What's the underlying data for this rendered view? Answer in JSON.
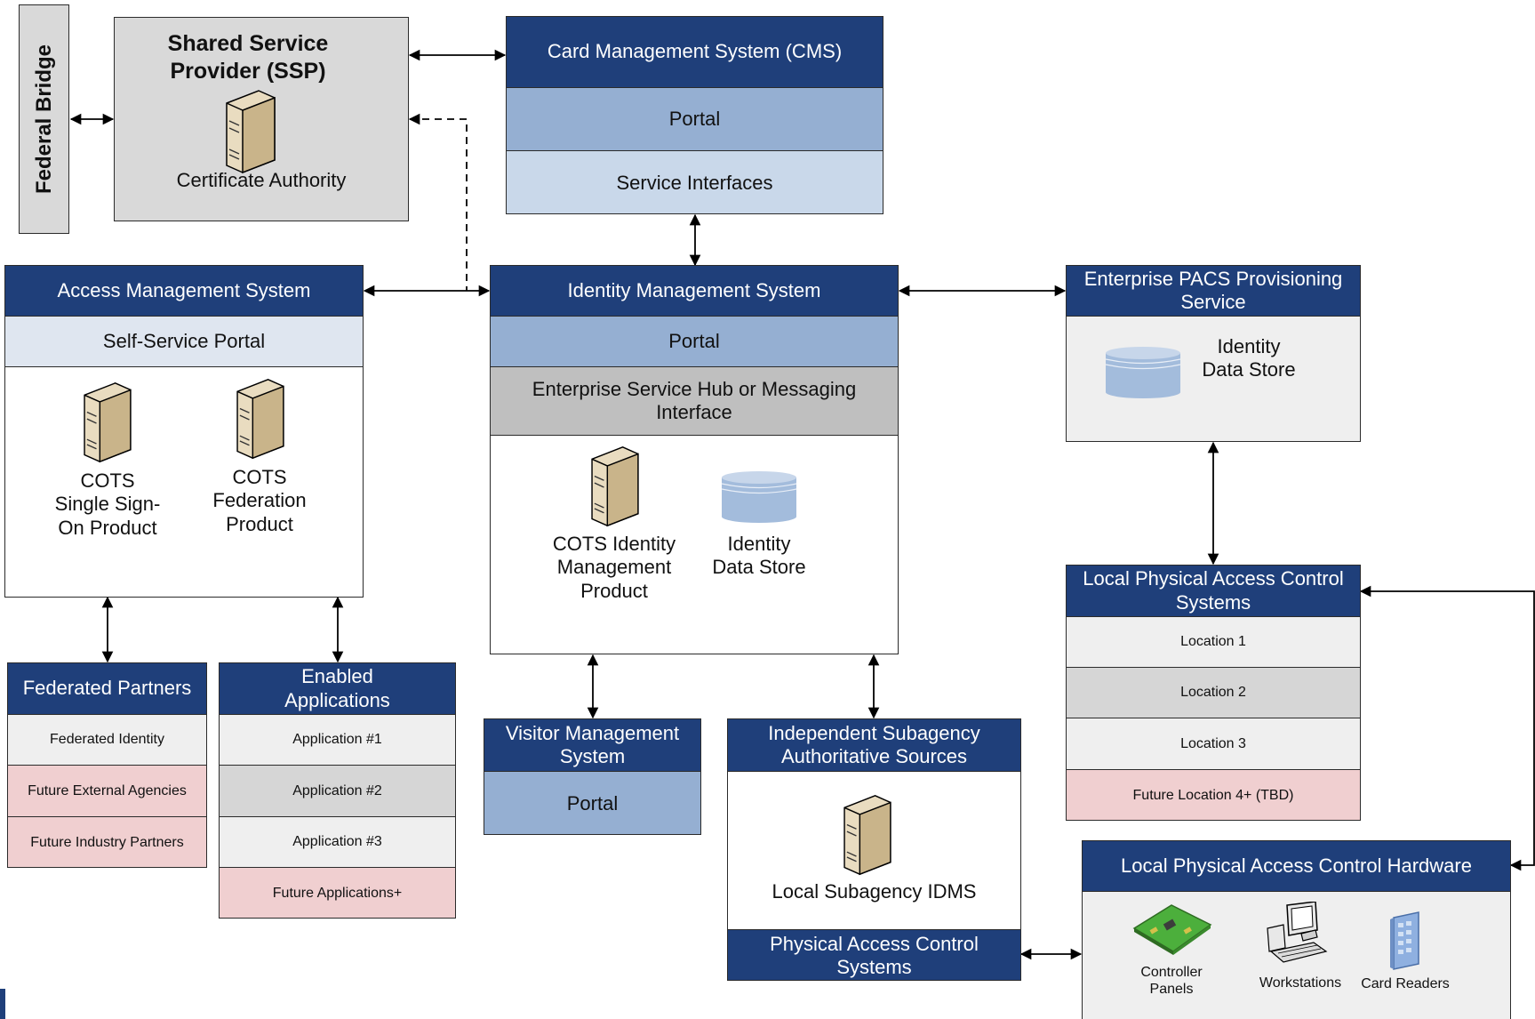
{
  "federal_bridge": {
    "label": "Federal Bridge"
  },
  "ssp": {
    "title": "Shared Service Provider (SSP)",
    "ca_label": "Certificate Authority"
  },
  "cms": {
    "title": "Card Management System (CMS)",
    "portal": "Portal",
    "service_interfaces": "Service Interfaces"
  },
  "ams": {
    "title": "Access Management System",
    "self_service": "Self-Service Portal",
    "sso": "COTS Single Sign-On Product",
    "federation": "COTS Federation Product"
  },
  "ims": {
    "title": "Identity Management System",
    "portal": "Portal",
    "hub": "Enterprise Service Hub or Messaging Interface",
    "cots": "COTS Identity Management Product",
    "store": "Identity Data Store"
  },
  "pacs_prov": {
    "title": "Enterprise PACS Provisioning Service",
    "store": "Identity Data Store"
  },
  "local_pacs": {
    "title": "Local Physical Access Control Systems",
    "rows": [
      "Location 1",
      "Location 2",
      "Location 3",
      "Future Location 4+ (TBD)"
    ]
  },
  "fed_partners": {
    "title": "Federated Partners",
    "rows": [
      "Federated Identity",
      "Future External Agencies",
      "Future Industry Partners"
    ]
  },
  "enabled_apps": {
    "title": "Enabled Applications",
    "rows": [
      "Application #1",
      "Application #2",
      "Application #3",
      "Future Applications+"
    ]
  },
  "visitor": {
    "title": "Visitor Management System",
    "portal": "Portal"
  },
  "subagency": {
    "title": "Independent Subagency Authoritative Sources",
    "idms": "Local Subagency IDMS",
    "pacs": "Physical Access Control Systems"
  },
  "hardware": {
    "title": "Local Physical Access Control Hardware",
    "controller": "Controller Panels",
    "workstations": "Workstations",
    "card_readers": "Card Readers"
  },
  "colors": {
    "navy": "#1f3f7a",
    "mid_blue": "#95afd2",
    "light_blue": "#c9d8ea",
    "gray": "#bfbfbf",
    "pink": "#f0cfd0"
  },
  "icons": [
    "server-icon",
    "database-icon",
    "circuit-board-icon",
    "workstation-icon",
    "card-reader-icon"
  ]
}
